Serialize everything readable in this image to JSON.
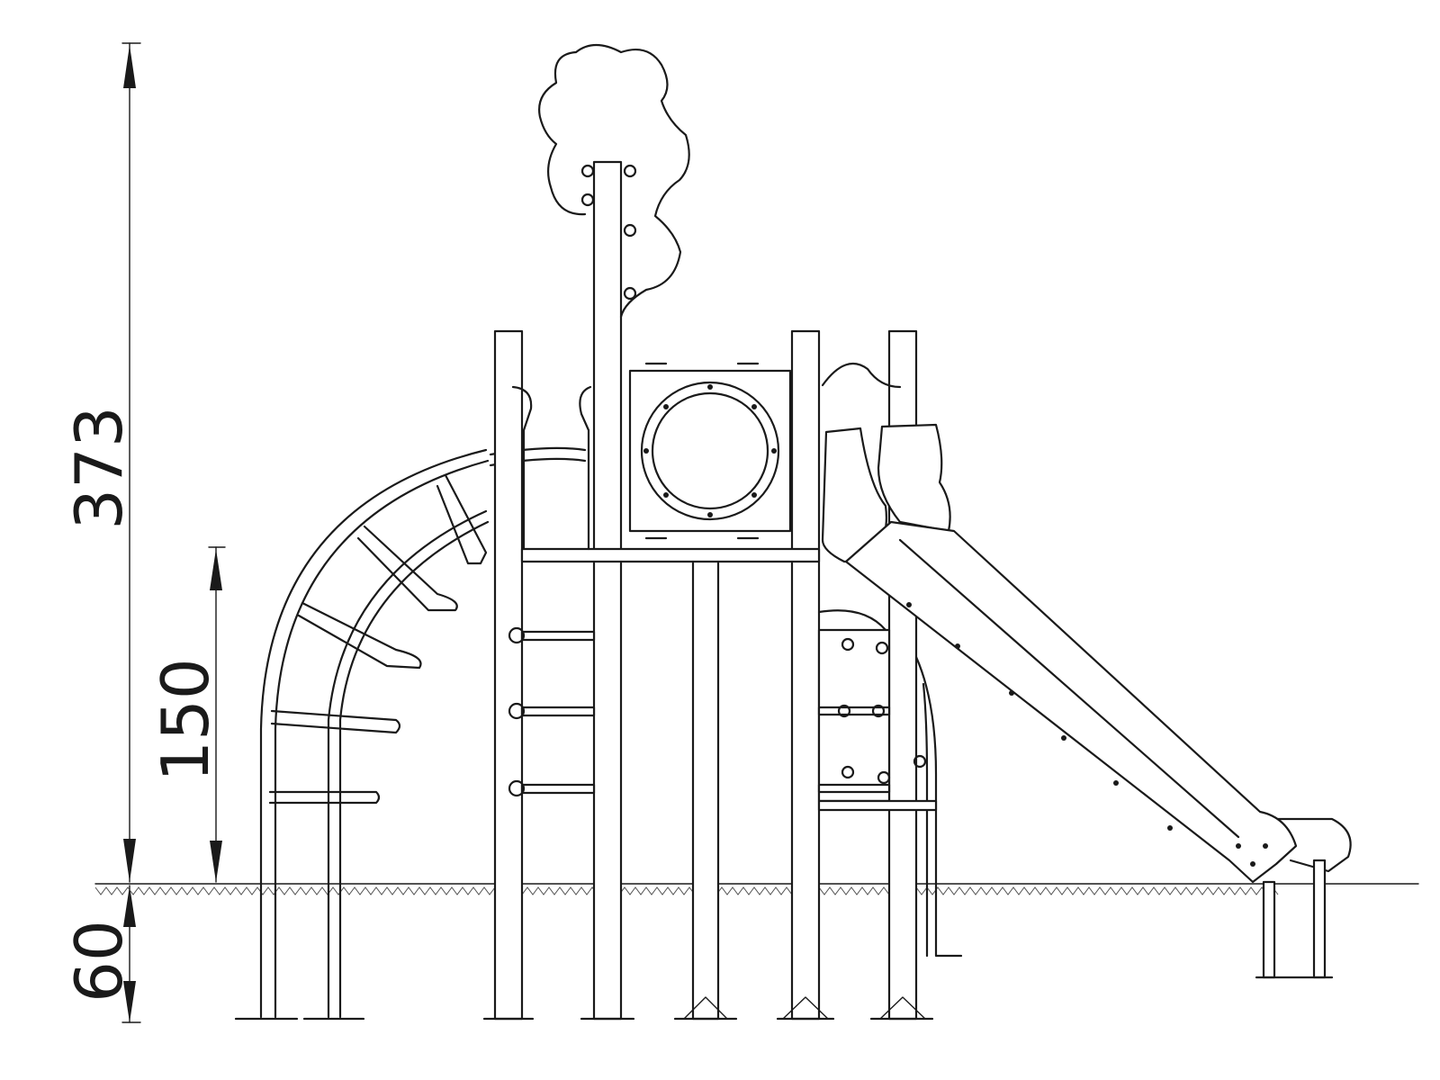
{
  "dimensions": {
    "total_height": "373",
    "platform_height": "150",
    "foundation_depth": "60"
  }
}
